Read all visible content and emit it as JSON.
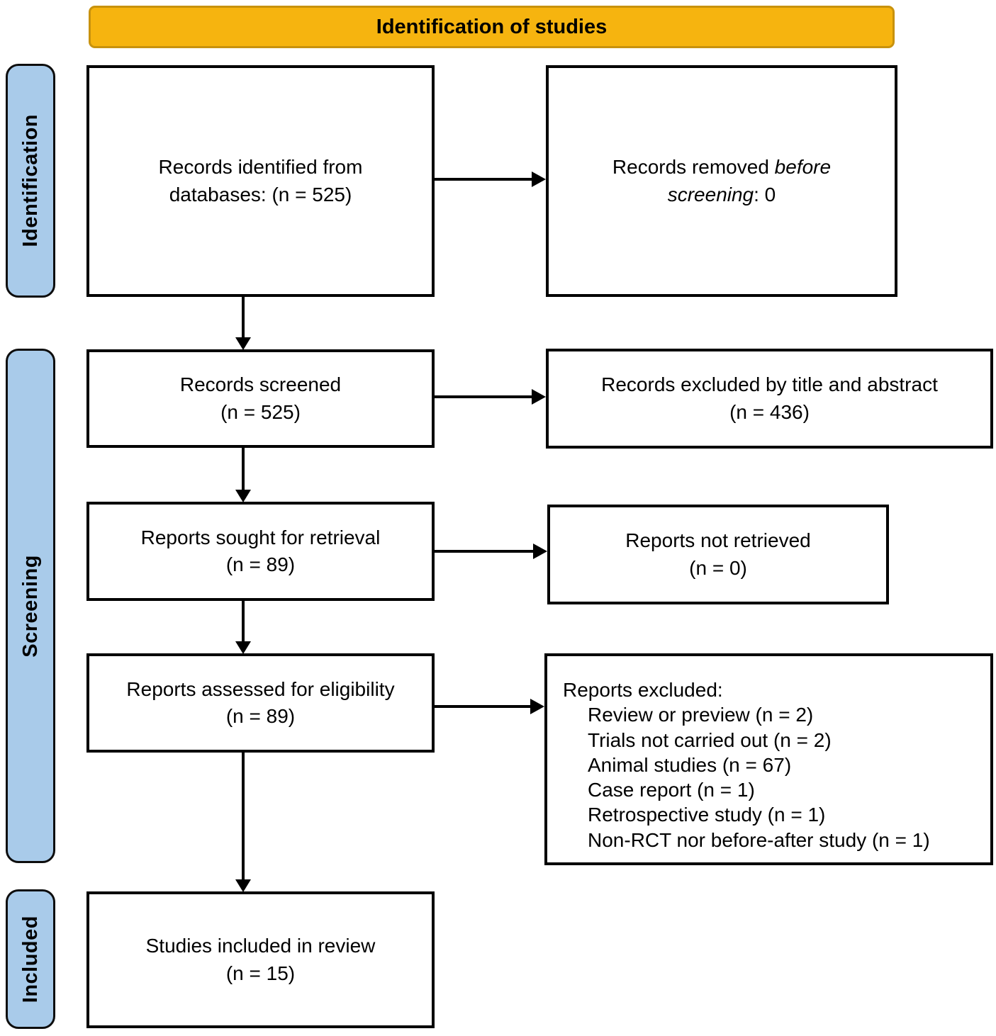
{
  "banner": {
    "label": "Identification of studies",
    "bg": "#F6B40F",
    "border": "#C8920D"
  },
  "stage_labels": {
    "identification": "Identification",
    "screening": "Screening",
    "included": "Included"
  },
  "colors": {
    "stage_bg": "#A9CBEA",
    "box_border": "#000000",
    "box_bg": "#FFFFFF",
    "arrow": "#000000"
  },
  "boxes": {
    "records_identified": {
      "line1": "Records identified from",
      "line2": "databases: (n = 525)"
    },
    "records_removed": {
      "prefix": "Records removed ",
      "italic": "before screening",
      "suffix": ": 0"
    },
    "records_screened": {
      "line1": "Records screened",
      "line2": "(n = 525)"
    },
    "records_excluded_title_abstract": {
      "line1": "Records excluded by title and abstract",
      "line2": "(n = 436)"
    },
    "reports_sought": {
      "line1": "Reports sought for retrieval",
      "line2": "(n = 89)"
    },
    "reports_not_retrieved": {
      "line1": "Reports not retrieved",
      "line2": "(n = 0)"
    },
    "reports_assessed": {
      "line1": "Reports assessed for eligibility",
      "line2": "(n = 89)"
    },
    "reports_excluded": {
      "title": "Reports excluded:",
      "items": [
        "Review or preview (n = 2)",
        "Trials not carried out (n = 2)",
        "Animal studies (n = 67)",
        "Case report (n = 1)",
        "Retrospective study (n = 1)",
        "Non-RCT nor before-after study (n = 1)"
      ]
    },
    "studies_included": {
      "line1": "Studies included in review",
      "line2": "(n = 15)"
    }
  }
}
